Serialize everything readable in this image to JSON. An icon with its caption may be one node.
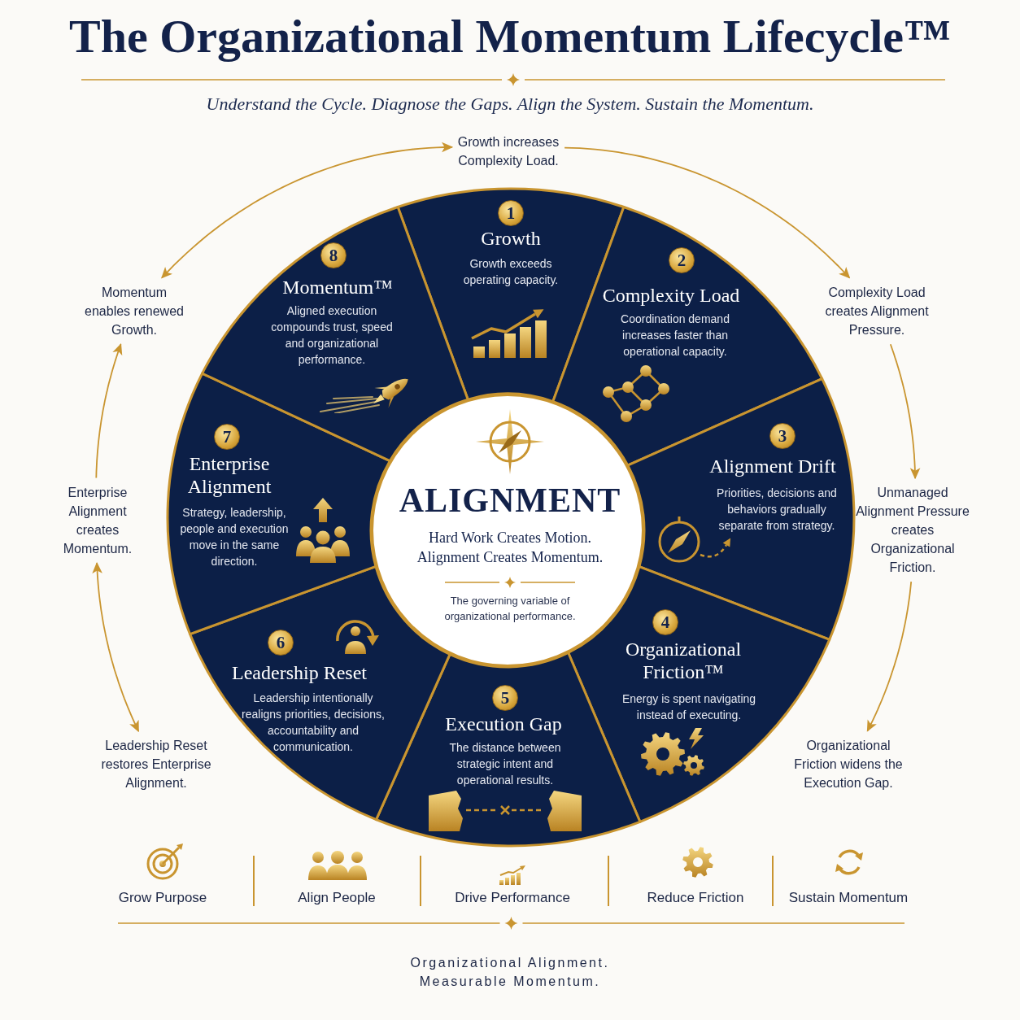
{
  "diagram": {
    "title": "The Organizational Momentum Lifecycle™",
    "nodes": [
      {
        "text": [
          "Growth",
          "Growth exceeds operating capacity."
        ]
      },
      {
        "text": [
          "1"
        ],
        "in": 0
      },
      {
        "text": [
          "Complexity Load",
          "Coordination demand increases faster than operational capacity."
        ]
      },
      {
        "text": [
          "2"
        ],
        "in": 2
      },
      {
        "text": [
          "Alignment Drift",
          "Priorities, decisions and behaviors gradually separate from strategy."
        ]
      },
      {
        "text": [
          "3"
        ],
        "in": 4
      },
      {
        "text": [
          "Organizational Friction™",
          "Energy is spent navigating instead of executing."
        ]
      },
      {
        "text": [
          "4"
        ],
        "in": 6
      },
      {
        "text": [
          "Execution Gap",
          "The distance between strategic intent and operational results."
        ]
      },
      {
        "text": [
          "5"
        ],
        "in": 8
      },
      {
        "text": [
          "Leadership Reset",
          "Leadership intentionally realigns priorities, decisions, accountability and communication."
        ]
      },
      {
        "text": [
          "6"
        ],
        "in": 10
      },
      {
        "text": [
          "Enterprise Alignment",
          "Strategy, leadership, people and execution move in the same direction."
        ]
      },
      {
        "text": [
          "7"
        ],
        "in": 12
      },
      {
        "text": [
          "Momentum™",
          "Aligned execution compounds trust, speed and organizational performance."
        ]
      },
      {
        "text": [
          "8"
        ],
        "in": 14
      },
      {
        "text": [
          "ALIGNMENT",
          "Hard Work Creates Motion. Alignment Creates Momentum.",
          "The governing variable of organizational performance."
        ]
      },
      {
        "text": [
          "Growth increases Complexity Load."
        ]
      },
      {
        "text": [
          "Complexity Load creates Alignment Pressure."
        ]
      },
      {
        "text": [
          "Unmanaged Alignment Pressure creates Organizational Friction."
        ]
      },
      {
        "text": [
          "Organizational Friction widens the Execution Gap."
        ]
      },
      {
        "text": [
          "Leadership Reset restores Enterprise Alignment."
        ]
      },
      {
        "text": [
          "Enterprise Alignment creates Momentum."
        ]
      },
      {
        "text": [
          "Momentum enables renewed Growth."
        ]
      }
    ],
    "edges": [
      {
        "from": 23,
        "to": 17,
        "arrow": "both"
      },
      {
        "from": 17,
        "to": 18,
        "arrow": "to"
      },
      {
        "from": 18,
        "to": 19,
        "arrow": "to"
      },
      {
        "from": 19,
        "to": 20,
        "arrow": "to"
      },
      {
        "from": 21,
        "to": 22,
        "arrow": "both"
      },
      {
        "from": 22,
        "to": 23,
        "arrow": "to"
      }
    ],
    "labels": [
      "Understand the Cycle. Diagnose the Gaps. Align the System. Sustain the Momentum.",
      "Grow Purpose",
      "Align People",
      "Drive Performance",
      "Reduce Friction",
      "Sustain Momentum",
      "Organizational Alignment. Measurable Momentum."
    ]
  }
}
